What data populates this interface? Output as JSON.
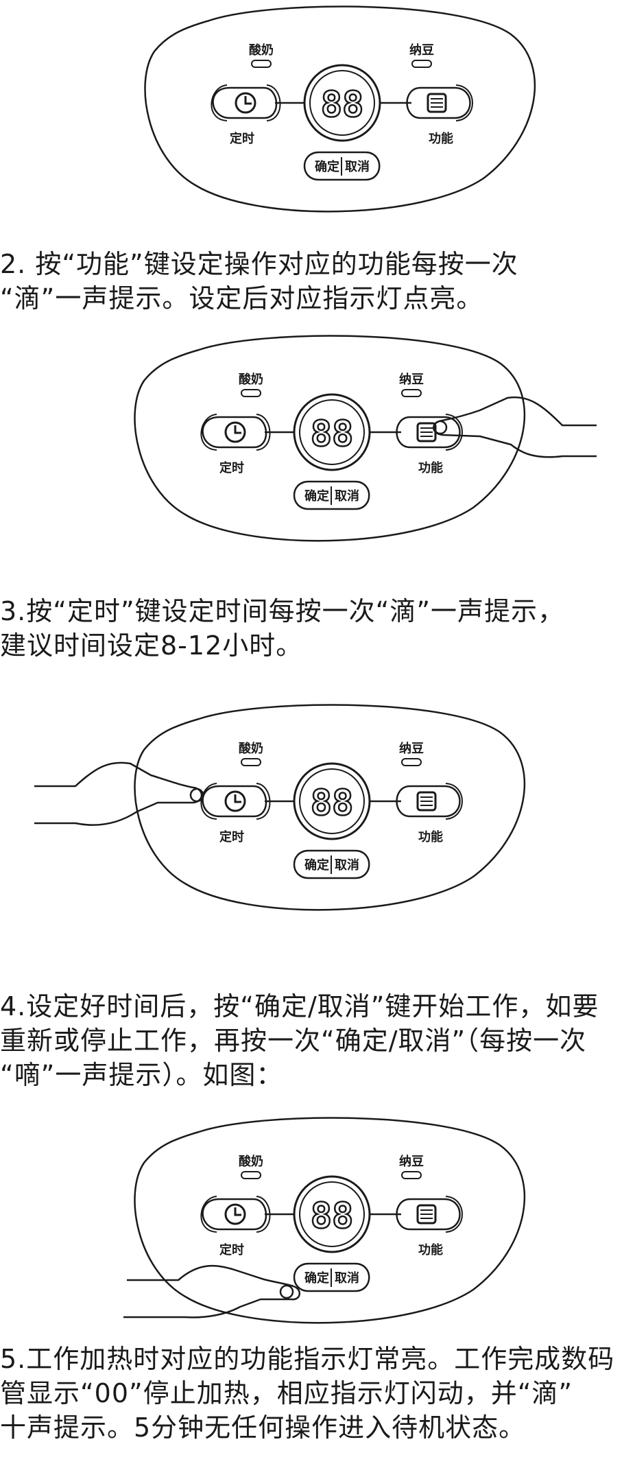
{
  "panel_labels": {
    "yogurt": "酸奶",
    "natto": "纳豆",
    "timer": "定时",
    "function": "功能",
    "confirm": "确定",
    "cancel": "取消",
    "display": "88"
  },
  "steps": [
    {
      "id": "step2",
      "lines": [
        "2. 按“功能”键设定操作对应的功能每按一次",
        "“滴”一声提示。设定后对应指示灯点亮。"
      ]
    },
    {
      "id": "step3",
      "lines": [
        "3.按“定时”键设定时间每按一次“滴”一声提示，",
        "建议时间设定8-12小时。"
      ]
    },
    {
      "id": "step4",
      "lines": [
        "4.设定好时间后，按“确定/取消”键开始工作，如要",
        "重新或停止工作，再按一次“确定/取消”（每按一次",
        "“嘀”一声提示）。如图："
      ]
    },
    {
      "id": "step5",
      "lines": [
        "5.工作加热时对应的功能指示灯常亮。工作完成数码",
        "管显示“00”停止加热，相应指示灯闪动，并“滴”",
        "十声提示。5分钟无任何操作进入待机状态。"
      ]
    }
  ],
  "colors": {
    "ink": "#1a1a1a",
    "paper": "#ffffff"
  },
  "icons": [
    "clock-icon",
    "menu-grid-icon",
    "hand-pointer-icon"
  ]
}
